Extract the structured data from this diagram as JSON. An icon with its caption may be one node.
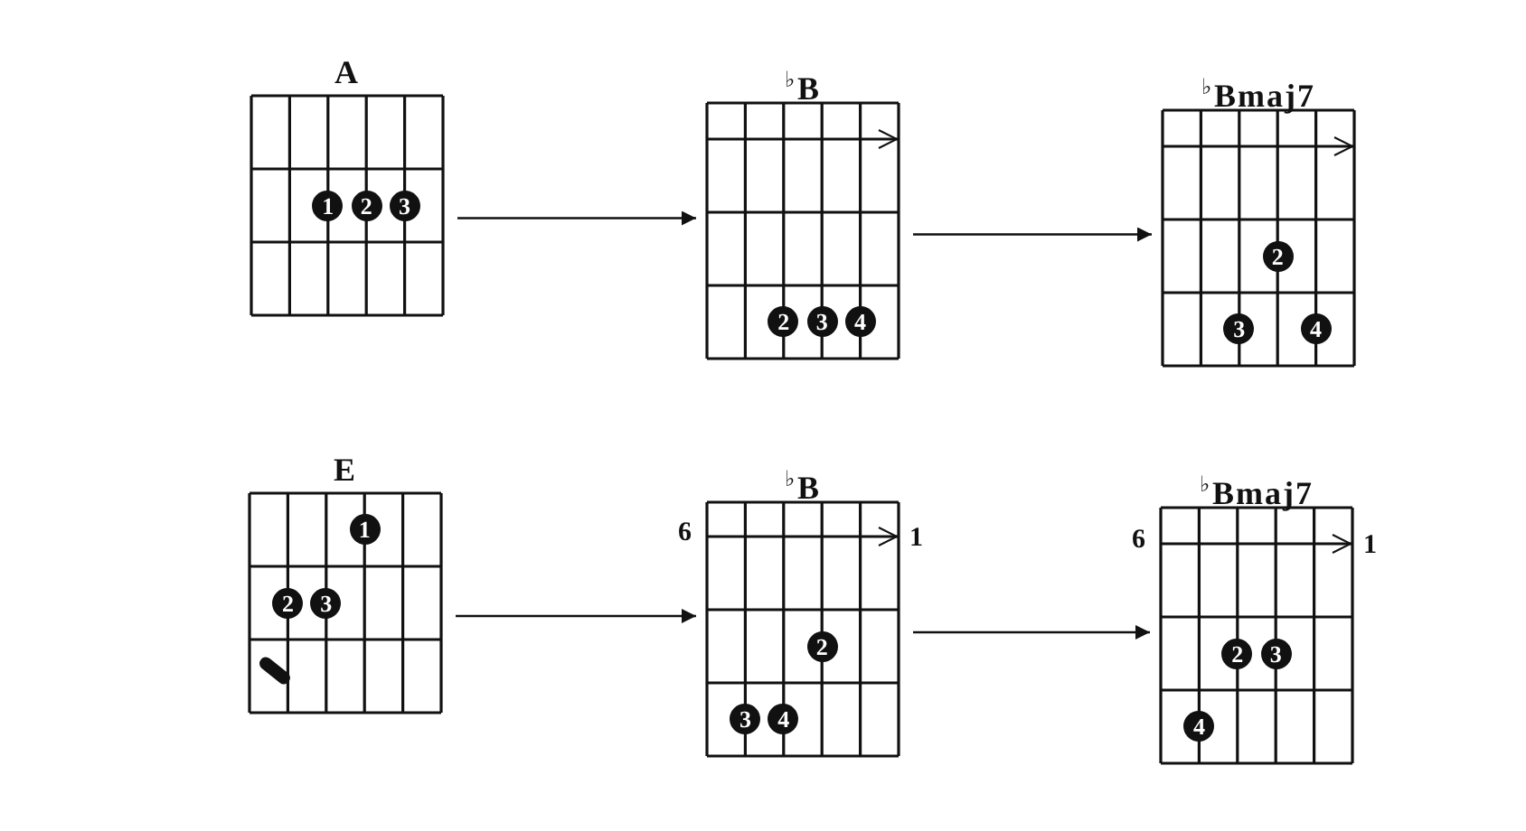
{
  "diagram": {
    "nodes": [
      {
        "text": [
          "A"
        ]
      },
      {
        "text": [
          "1"
        ],
        "in": 0
      },
      {
        "text": [
          "2"
        ],
        "in": 0
      },
      {
        "text": [
          "3"
        ],
        "in": 0
      },
      {
        "text": [
          "$^{♭}$B"
        ]
      },
      {
        "text": [
          "2"
        ],
        "in": 4
      },
      {
        "text": [
          "3"
        ],
        "in": 4
      },
      {
        "text": [
          "4"
        ],
        "in": 4
      },
      {
        "text": [
          "$^{♭}$Bmaj7"
        ]
      },
      {
        "text": [
          "2"
        ],
        "in": 8
      },
      {
        "text": [
          "3"
        ],
        "in": 8
      },
      {
        "text": [
          "4"
        ],
        "in": 8
      },
      {
        "text": [
          "E"
        ]
      },
      {
        "text": [
          "1"
        ],
        "in": 12
      },
      {
        "text": [
          "2"
        ],
        "in": 12
      },
      {
        "text": [
          "3"
        ],
        "in": 12
      },
      {
        "text": [
          "$^{♭}$B"
        ],
        "beside": [
          "6",
          "1"
        ]
      },
      {
        "text": [
          "2"
        ],
        "in": 16
      },
      {
        "text": [
          "3"
        ],
        "in": 16
      },
      {
        "text": [
          "4"
        ],
        "in": 16
      },
      {
        "text": [
          "$^{♭}$Bmaj7"
        ],
        "beside": [
          "6",
          "1"
        ]
      },
      {
        "text": [
          "2"
        ],
        "in": 20
      },
      {
        "text": [
          "3"
        ],
        "in": 20
      },
      {
        "text": [
          "4"
        ],
        "in": 20
      }
    ],
    "edges": [
      {
        "from": 0,
        "to": 4,
        "arrow": "to"
      },
      {
        "from": 4,
        "to": 8,
        "arrow": "to"
      },
      {
        "from": 12,
        "to": 16,
        "arrow": "to"
      },
      {
        "from": 16,
        "to": 20,
        "arrow": "to"
      }
    ]
  }
}
